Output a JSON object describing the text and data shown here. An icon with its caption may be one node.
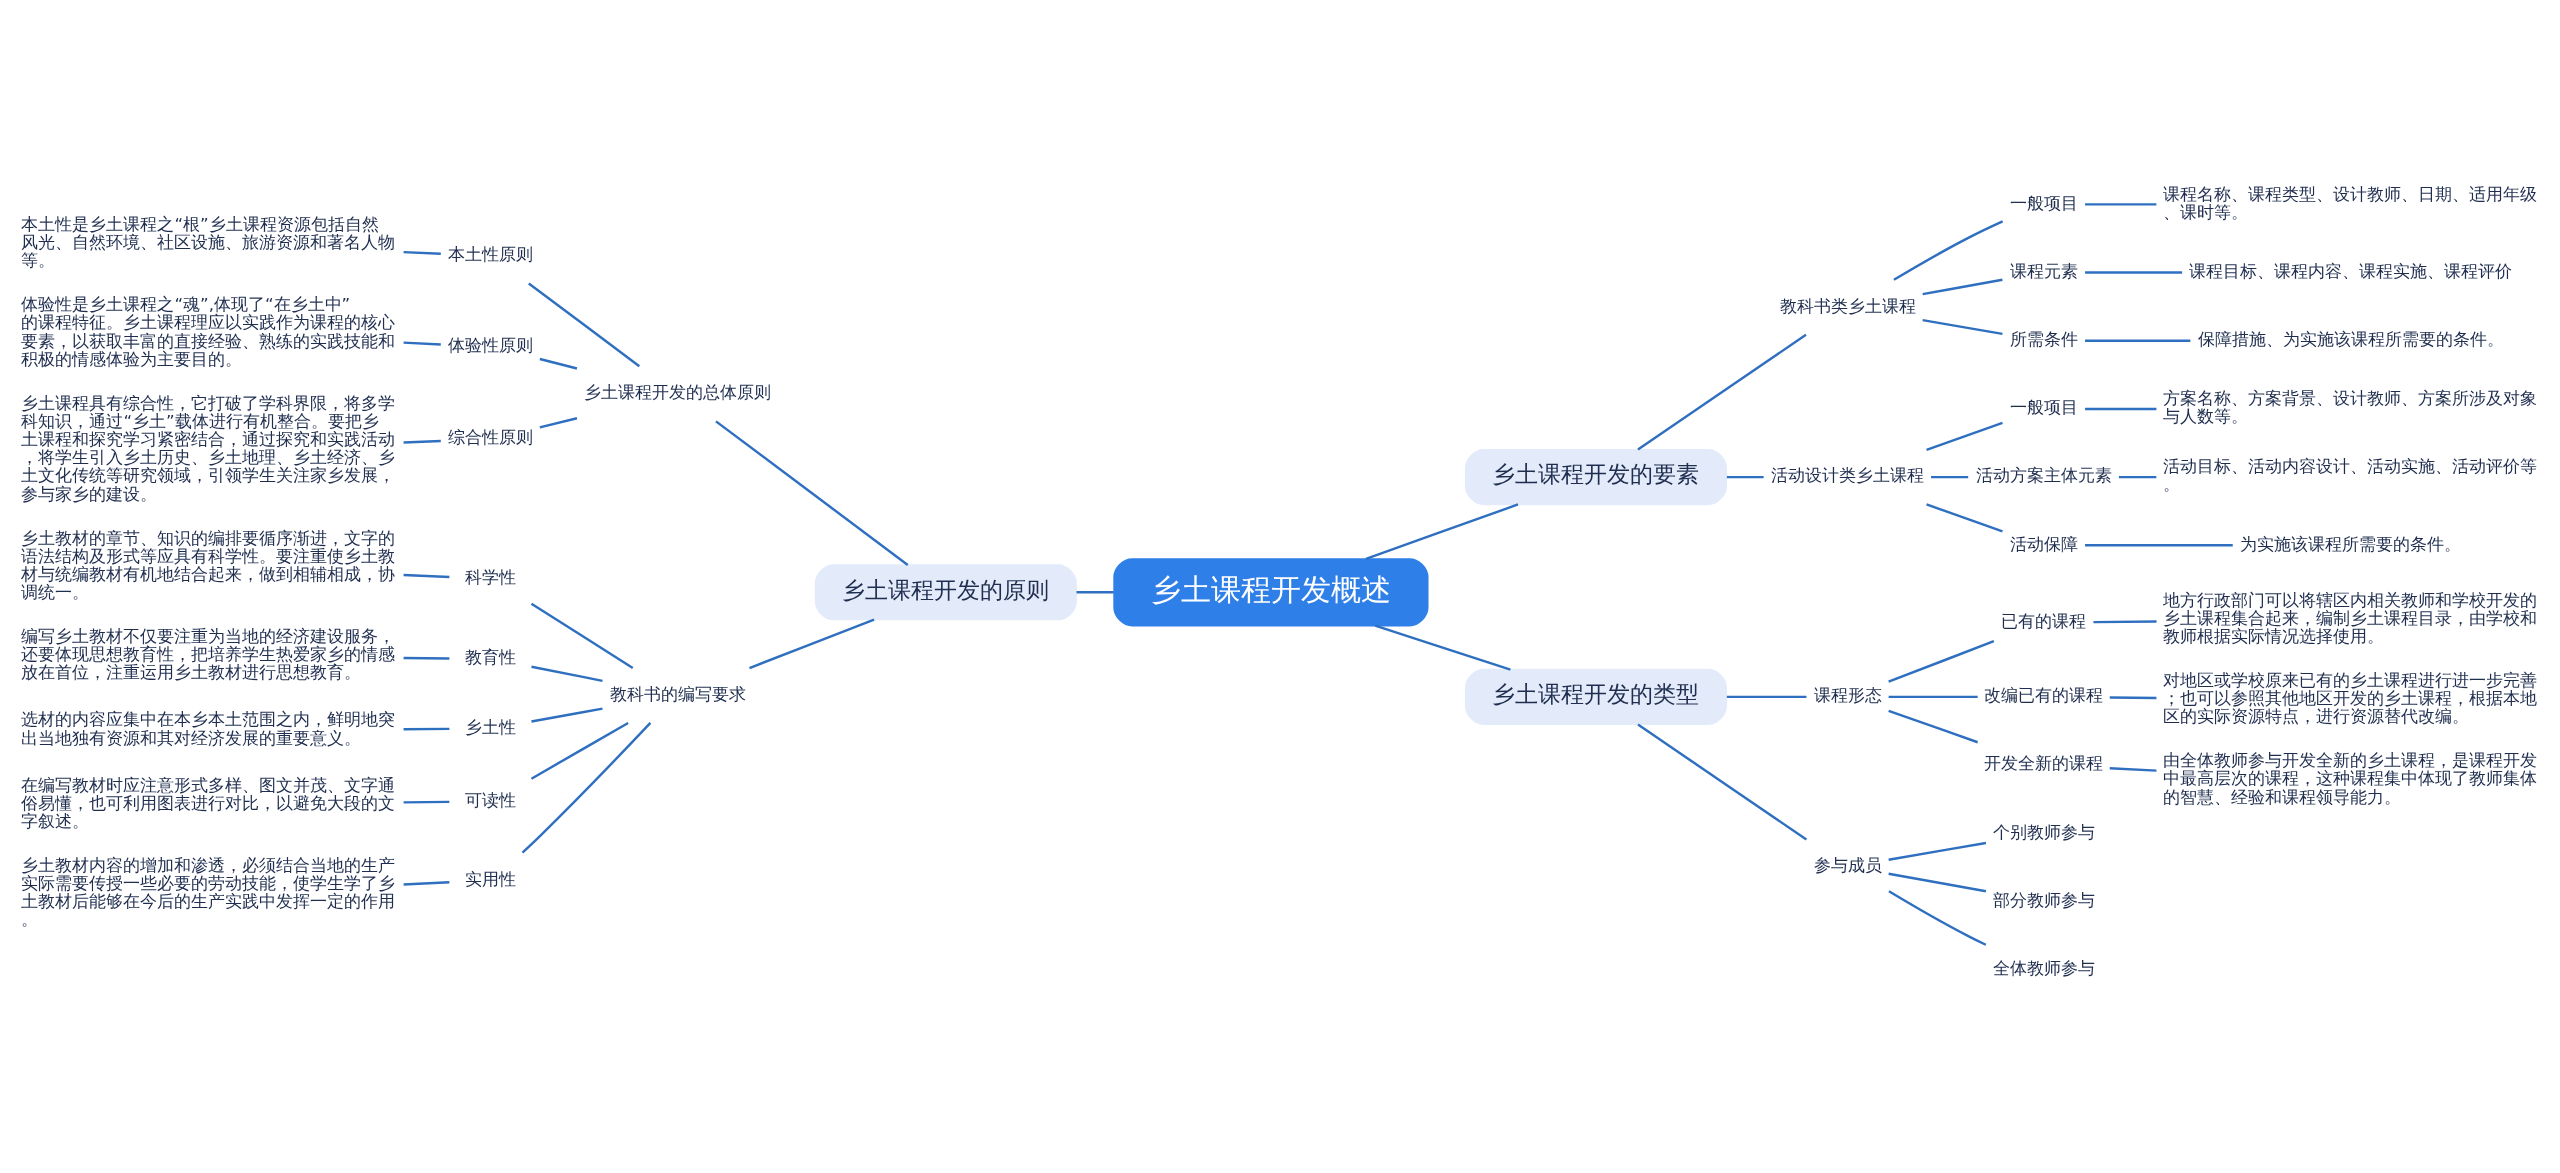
{
  "diagram": {
    "nodes": [
      {
        "text": [
          "乡土课程开发概述"
        ]
      },
      {
        "text": [
          "乡土课程开发的原则"
        ]
      },
      {
        "text": [
          "乡土课程开发的总体原则"
        ]
      },
      {
        "text": [
          "本土性原则"
        ]
      },
      {
        "text": [
          "本土性是乡土课程之“根”乡土课程资源包括自然风光、自然环境、社区设施、旅游资源和著名人物等。"
        ]
      },
      {
        "text": [
          "体验性原则"
        ]
      },
      {
        "text": [
          "体验性是乡土课程之“魂”,体现了“在乡土中”的课程特征。乡土课程理应以实践作为课程的核心要素，以获取丰富的直接经验、熟练的实践技能和积极的情感体验为主要目的。"
        ]
      },
      {
        "text": [
          "综合性原则"
        ]
      },
      {
        "text": [
          "乡土课程具有综合性，它打破了学科界限，将多学科知识，通过“乡土”载体进行有机整合。要把乡土课程和探究学习紧密结合，通过探究和实践活动，将学生引入乡土历史、乡土地理、乡土经济、乡土文化传统等研究领域，引领学生关注家乡发展，参与家乡的建设。"
        ]
      },
      {
        "text": [
          "教科书的编写要求"
        ]
      },
      {
        "text": [
          "科学性"
        ]
      },
      {
        "text": [
          "乡土教材的章节、知识的编排要循序渐进，文字的语法结构及形式等应具有科学性。要注重使乡土教材与统编教材有机地结合起来，做到相辅相成，协调统一。"
        ]
      },
      {
        "text": [
          "教育性"
        ]
      },
      {
        "text": [
          "编写乡土教材不仅要注重为当地的经济建设服务，还要体现思想教育性，把培养学生热爱家乡的情感放在首位，注重运用乡土教材进行思想教育。"
        ]
      },
      {
        "text": [
          "乡土性"
        ]
      },
      {
        "text": [
          "选材的内容应集中在本乡本土范围之内，鲜明地突出当地独有资源和其对经济发展的重要意义。"
        ]
      },
      {
        "text": [
          "可读性"
        ]
      },
      {
        "text": [
          "在编写教材时应注意形式多样、图文并茂、文字通俗易懂，也可利用图表进行对比，以避免大段的文字叙述。"
        ]
      },
      {
        "text": [
          "实用性"
        ]
      },
      {
        "text": [
          "乡土教材内容的增加和渗透，必须结合当地的生产实际需要传授一些必要的劳动技能，使学生学了乡土教材后能够在今后的生产实践中发挥一定的作用。"
        ]
      },
      {
        "text": [
          "乡土课程开发的要素"
        ]
      },
      {
        "text": [
          "教科书类乡土课程"
        ]
      },
      {
        "text": [
          "一般项目"
        ]
      },
      {
        "text": [
          "课程名称、课程类型、设计教师、日期、适用年级、课时等。"
        ]
      },
      {
        "text": [
          "课程元素"
        ]
      },
      {
        "text": [
          "课程目标、课程内容、课程实施、课程评价"
        ]
      },
      {
        "text": [
          "所需条件"
        ]
      },
      {
        "text": [
          "保障措施、为实施该课程所需要的条件。"
        ]
      },
      {
        "text": [
          "活动设计类乡土课程"
        ]
      },
      {
        "text": [
          "一般项目"
        ]
      },
      {
        "text": [
          "方案名称、方案背景、设计教师、方案所涉及对象与人数等。"
        ]
      },
      {
        "text": [
          "活动方案主体元素"
        ]
      },
      {
        "text": [
          "活动目标、活动内容设计、活动实施、活动评价等。"
        ]
      },
      {
        "text": [
          "活动保障"
        ]
      },
      {
        "text": [
          "为实施该课程所需要的条件。"
        ]
      },
      {
        "text": [
          "乡土课程开发的类型"
        ]
      },
      {
        "text": [
          "课程形态"
        ]
      },
      {
        "text": [
          "已有的课程"
        ]
      },
      {
        "text": [
          "地方行政部门可以将辖区内相关教师和学校开发的乡土课程集合起来，编制乡土课程目录，由学校和教师根据实际情况选择使用。"
        ]
      },
      {
        "text": [
          "改编已有的课程"
        ]
      },
      {
        "text": [
          "对地区或学校原来已有的乡土课程进行进一步完善；也可以参照其他地区开发的乡土课程，根据本地区的实际资源特点，进行资源替代改编。"
        ]
      },
      {
        "text": [
          "开发全新的课程"
        ]
      },
      {
        "text": [
          "由全体教师参与开发全新的乡土课程，是课程开发中最高层次的课程，这种课程集中体现了教师集体的智慧、经验和课程领导能力。"
        ]
      },
      {
        "text": [
          "参与成员"
        ]
      },
      {
        "text": [
          "个别教师参与"
        ]
      },
      {
        "text": [
          "部分教师参与"
        ]
      },
      {
        "text": [
          "全体教师参与"
        ]
      }
    ],
    "edges": [
      {
        "from": 0,
        "to": 1,
        "arrow": "none"
      },
      {
        "from": 1,
        "to": 2,
        "arrow": "none"
      },
      {
        "from": 2,
        "to": 3,
        "arrow": "none"
      },
      {
        "from": 3,
        "to": 4,
        "arrow": "none"
      },
      {
        "from": 2,
        "to": 5,
        "arrow": "none"
      },
      {
        "from": 5,
        "to": 6,
        "arrow": "none"
      },
      {
        "from": 2,
        "to": 7,
        "arrow": "none"
      },
      {
        "from": 7,
        "to": 8,
        "arrow": "none"
      },
      {
        "from": 1,
        "to": 9,
        "arrow": "none"
      },
      {
        "from": 9,
        "to": 10,
        "arrow": "none"
      },
      {
        "from": 10,
        "to": 11,
        "arrow": "none"
      },
      {
        "from": 9,
        "to": 12,
        "arrow": "none"
      },
      {
        "from": 12,
        "to": 13,
        "arrow": "none"
      },
      {
        "from": 9,
        "to": 14,
        "arrow": "none"
      },
      {
        "from": 14,
        "to": 15,
        "arrow": "none"
      },
      {
        "from": 9,
        "to": 16,
        "arrow": "none"
      },
      {
        "from": 16,
        "to": 17,
        "arrow": "none"
      },
      {
        "from": 9,
        "to": 18,
        "arrow": "none"
      },
      {
        "from": 18,
        "to": 19,
        "arrow": "none"
      },
      {
        "from": 0,
        "to": 20,
        "arrow": "none"
      },
      {
        "from": 20,
        "to": 21,
        "arrow": "none"
      },
      {
        "from": 21,
        "to": 22,
        "arrow": "none"
      },
      {
        "from": 22,
        "to": 23,
        "arrow": "none"
      },
      {
        "from": 21,
        "to": 24,
        "arrow": "none"
      },
      {
        "from": 24,
        "to": 25,
        "arrow": "none"
      },
      {
        "from": 21,
        "to": 26,
        "arrow": "none"
      },
      {
        "from": 26,
        "to": 27,
        "arrow": "none"
      },
      {
        "from": 20,
        "to": 28,
        "arrow": "none"
      },
      {
        "from": 28,
        "to": 29,
        "arrow": "none"
      },
      {
        "from": 29,
        "to": 30,
        "arrow": "none"
      },
      {
        "from": 28,
        "to": 31,
        "arrow": "none"
      },
      {
        "from": 31,
        "to": 32,
        "arrow": "none"
      },
      {
        "from": 28,
        "to": 33,
        "arrow": "none"
      },
      {
        "from": 33,
        "to": 34,
        "arrow": "none"
      },
      {
        "from": 0,
        "to": 35,
        "arrow": "none"
      },
      {
        "from": 35,
        "to": 36,
        "arrow": "none"
      },
      {
        "from": 36,
        "to": 37,
        "arrow": "none"
      },
      {
        "from": 37,
        "to": 38,
        "arrow": "none"
      },
      {
        "from": 36,
        "to": 39,
        "arrow": "none"
      },
      {
        "from": 39,
        "to": 40,
        "arrow": "none"
      },
      {
        "from": 36,
        "to": 41,
        "arrow": "none"
      },
      {
        "from": 41,
        "to": 42,
        "arrow": "none"
      },
      {
        "from": 35,
        "to": 43,
        "arrow": "none"
      },
      {
        "from": 43,
        "to": 44,
        "arrow": "none"
      },
      {
        "from": 43,
        "to": 45,
        "arrow": "none"
      },
      {
        "from": 43,
        "to": 46,
        "arrow": "none"
      }
    ]
  }
}
